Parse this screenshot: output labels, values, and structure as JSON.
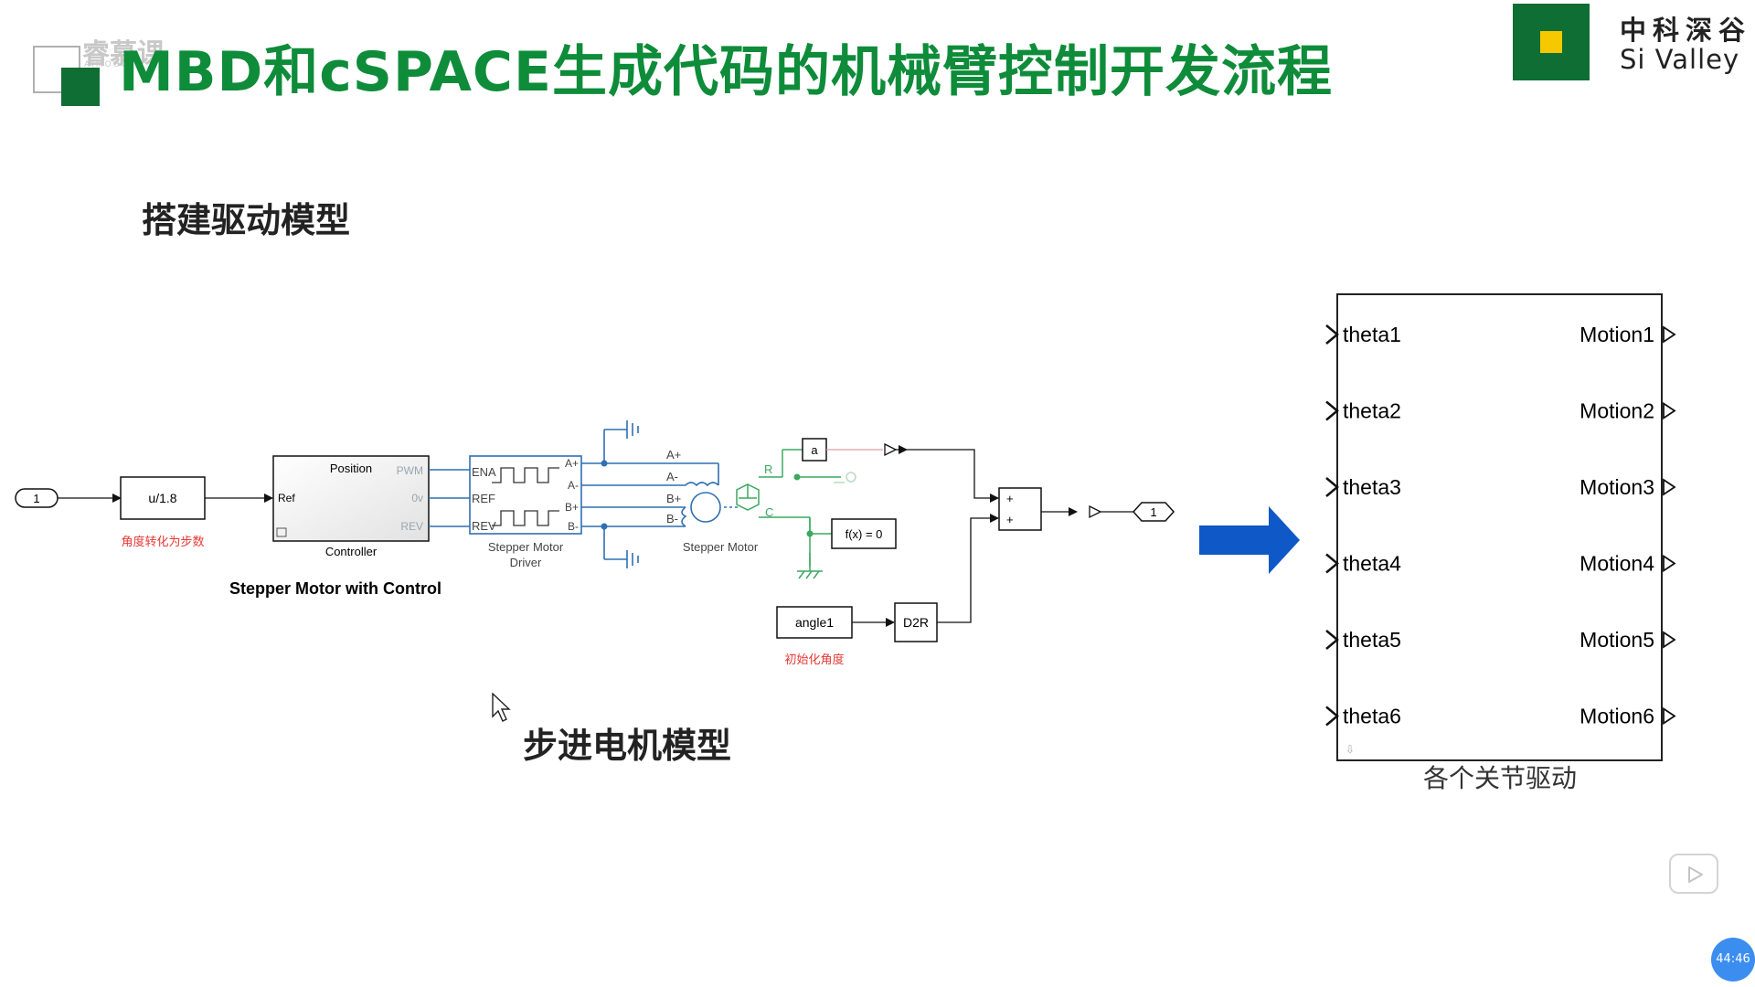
{
  "title": "MBD和cSPACE生成代码的机械臂控制开发流程",
  "watermark": {
    "cn": "睿慕课",
    "en": "AIMOOC"
  },
  "logo": {
    "cn": "中科深谷",
    "en": "Si Valley",
    "colors": {
      "green": "#0f6e34",
      "yellow": "#f5c800"
    }
  },
  "headings": {
    "build_driver": "搭建驱动模型",
    "stepper_model": "步进电机模型"
  },
  "diagram": {
    "inport_label": "1",
    "gain_label": "u/1.8",
    "gain_caption": "角度转化为步数",
    "controller": {
      "header": "Position",
      "port_pwm": "PWM",
      "port_ref": "Ref",
      "port_0v": "0v",
      "port_rev": "REV",
      "caption": "Controller"
    },
    "subsystem_caption": "Stepper Motor with Control",
    "driver": {
      "port_ena": "ENA",
      "port_ref": "REF",
      "port_rev": "REV",
      "port_a_plus": "A+",
      "port_a_minus": "A-",
      "port_b_plus": "B+",
      "port_b_minus": "B-",
      "caption_line1": "Stepper Motor",
      "caption_line2": "Driver"
    },
    "wire_labels": {
      "a_plus": "A+",
      "a_minus": "A-",
      "b_plus": "B+",
      "b_minus": "B-"
    },
    "motor_caption": "Stepper Motor",
    "sensor": {
      "r": "R",
      "c": "C"
    },
    "goto_label": "a",
    "solver_label": "f(x) = 0",
    "sum_signs": {
      "top": "+",
      "bottom": "+"
    },
    "outport_label": "1",
    "angle_label": "angle1",
    "angle_caption": "初始化角度",
    "d2r_label": "D2R"
  },
  "joint_block": {
    "inputs": [
      "theta1",
      "theta2",
      "theta3",
      "theta4",
      "theta5",
      "theta6"
    ],
    "outputs": [
      "Motion1",
      "Motion2",
      "Motion3",
      "Motion4",
      "Motion5",
      "Motion6"
    ],
    "caption": "各个关节驱动"
  },
  "timer": "44:46",
  "colors": {
    "title_green": "#0e8c3a",
    "signal_blue": "#2f6fb3",
    "physical_green": "#3aa860",
    "caption_red": "#e53935",
    "arrow_blue": "#0e58c8"
  }
}
